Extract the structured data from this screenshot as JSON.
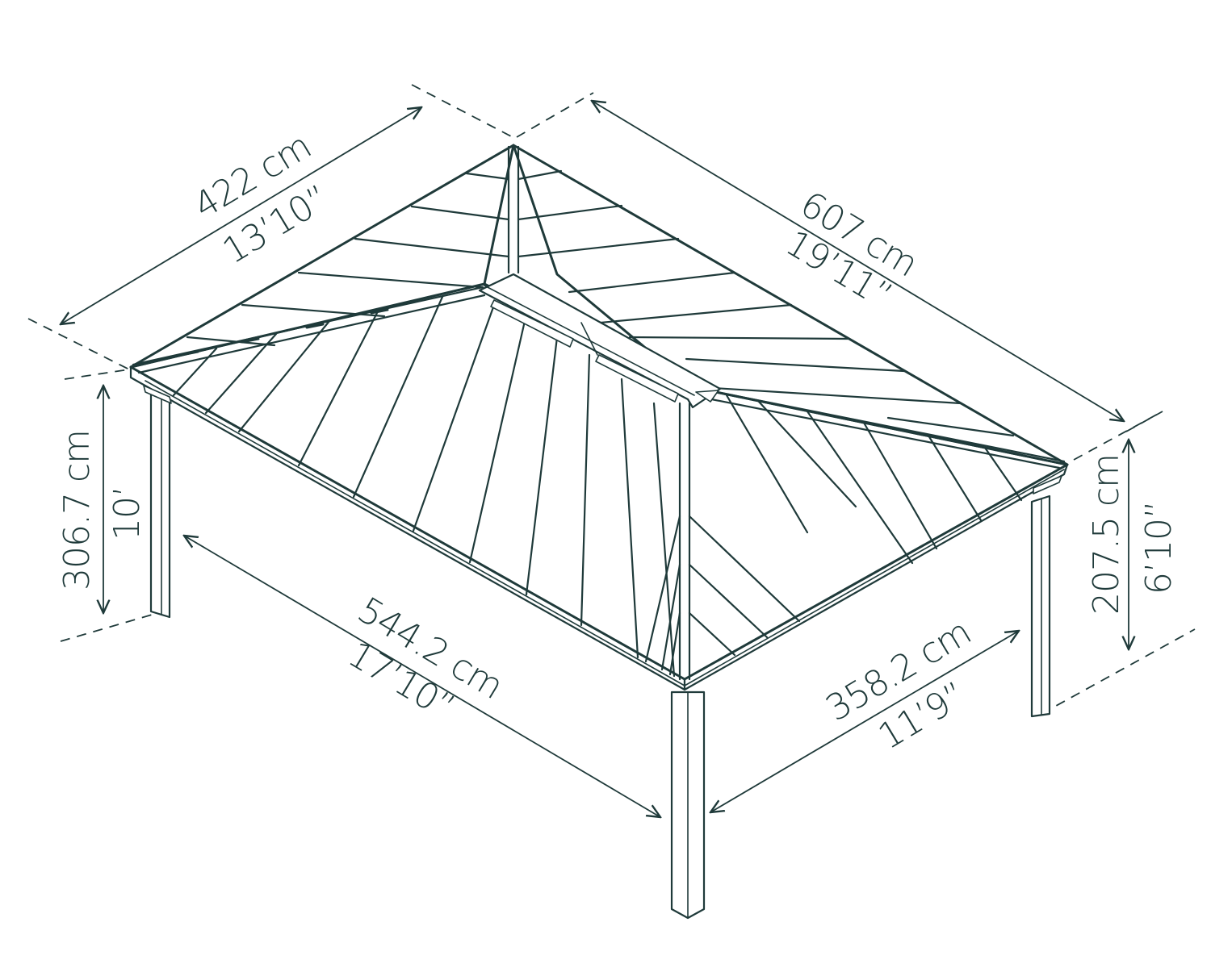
{
  "diagram": {
    "subject": "Hip-roof gazebo dimension drawing",
    "line_color": "#1f3a3a",
    "background": "#ffffff",
    "dimensions": {
      "left_depth": {
        "metric": "422 cm",
        "imperial": "13’10”"
      },
      "right_length": {
        "metric": "607 cm",
        "imperial": "19’11”"
      },
      "total_height": {
        "metric": "306.7 cm",
        "imperial": "10’"
      },
      "side_height": {
        "metric": "207.5 cm",
        "imperial": "6’10”"
      },
      "post_span_length": {
        "metric": "544.2 cm",
        "imperial": "17’10”"
      },
      "post_span_depth": {
        "metric": "358.2 cm",
        "imperial": "11’9”"
      }
    }
  }
}
